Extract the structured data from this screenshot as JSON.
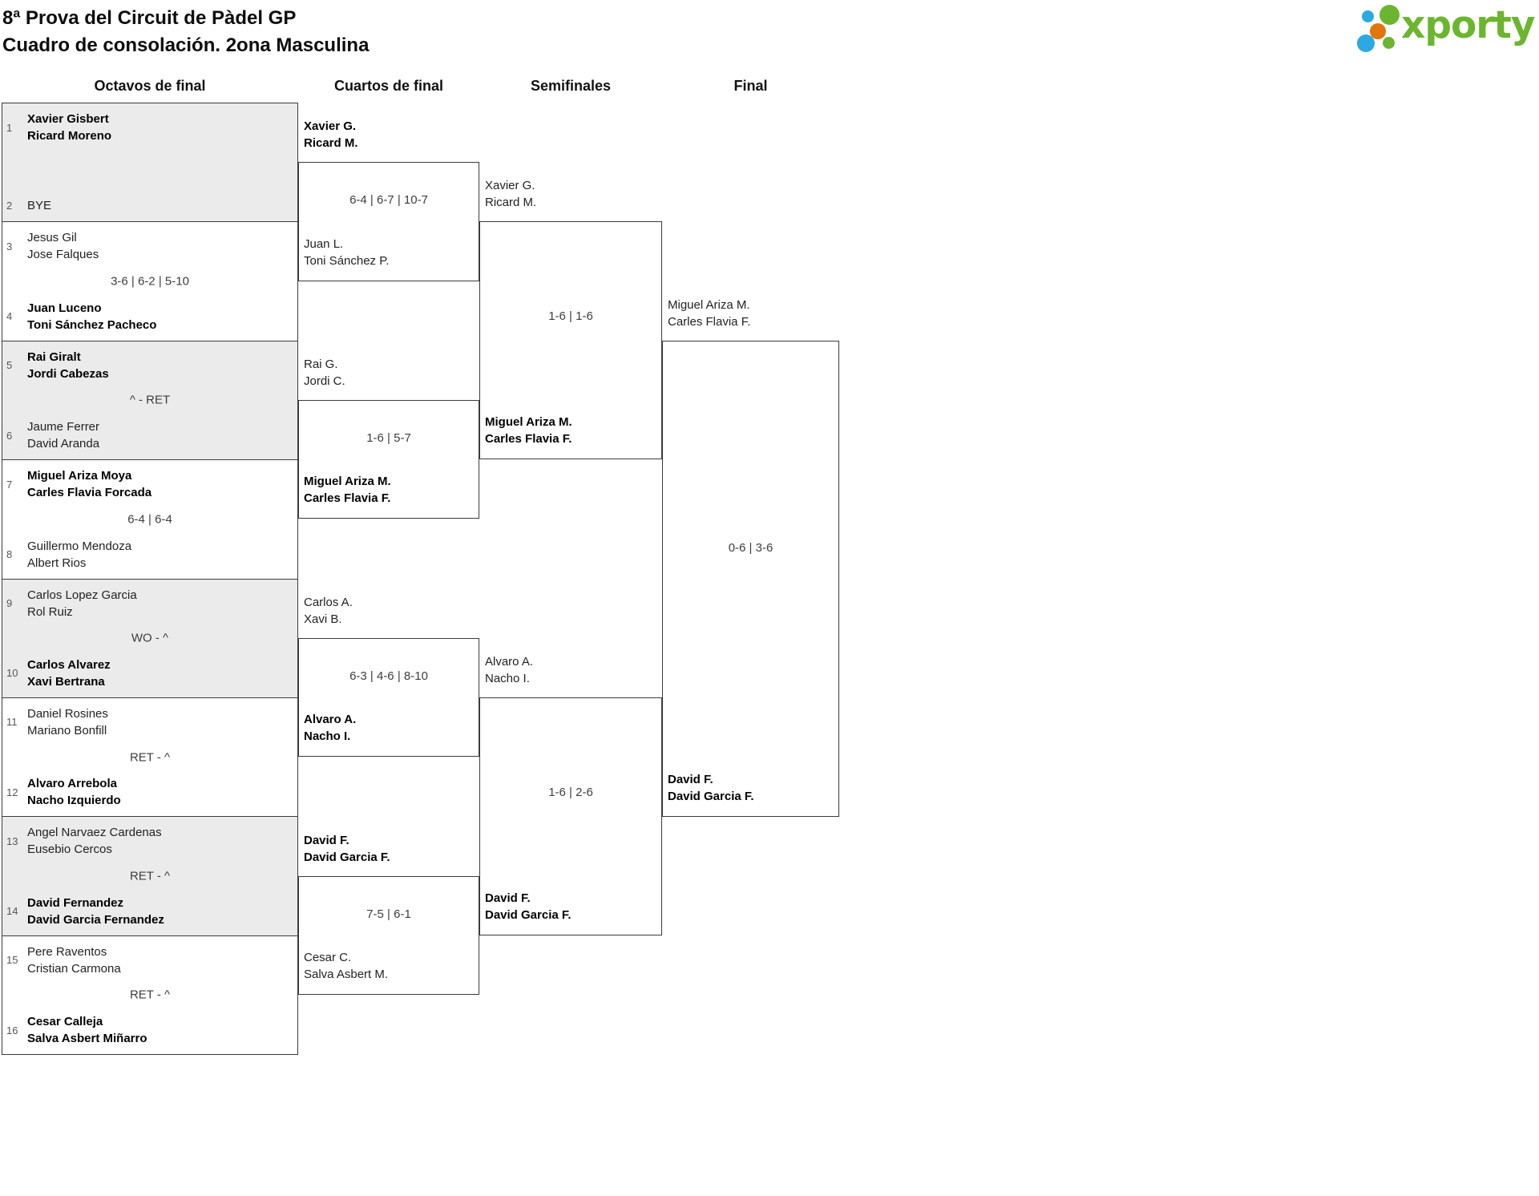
{
  "title": {
    "line1": "8ª Prova del Circuit de Pàdel GP",
    "line2": "Cuadro de consolación. 2ona Masculina"
  },
  "logo": {
    "brand": "xporty",
    "green": "#6cb52e",
    "blue": "#2ba9e0",
    "orange": "#e1750e"
  },
  "colors": {
    "row_shaded": "#ebebeb",
    "border": "#3b3b3b"
  },
  "round_headers": {
    "r16": "Octavos de final",
    "qf": "Cuartos de final",
    "sf": "Semifinales",
    "final": "Final"
  },
  "octavos": {
    "matches": [
      {
        "seed_a": "1",
        "team_a1": "Xavier Gisbert",
        "team_a2": "Ricard Moreno",
        "win_a": true,
        "score": "",
        "seed_b": "2",
        "team_b1": "BYE",
        "team_b2": "",
        "win_b": false
      },
      {
        "seed_a": "3",
        "team_a1": "Jesus Gil",
        "team_a2": "Jose Falques",
        "win_a": false,
        "score": "3-6 | 6-2 | 5-10",
        "seed_b": "4",
        "team_b1": "Juan Luceno",
        "team_b2": "Toni Sánchez Pacheco",
        "win_b": true
      },
      {
        "seed_a": "5",
        "team_a1": "Rai Giralt",
        "team_a2": "Jordi Cabezas",
        "win_a": true,
        "score": "^ - RET",
        "seed_b": "6",
        "team_b1": "Jaume Ferrer",
        "team_b2": "David Aranda",
        "win_b": false
      },
      {
        "seed_a": "7",
        "team_a1": "Miguel Ariza Moya",
        "team_a2": "Carles Flavia Forcada",
        "win_a": true,
        "score": "6-4 | 6-4",
        "seed_b": "8",
        "team_b1": "Guillermo Mendoza",
        "team_b2": "Albert Rios",
        "win_b": false
      },
      {
        "seed_a": "9",
        "team_a1": "Carlos Lopez Garcia",
        "team_a2": "Rol Ruiz",
        "win_a": false,
        "score": "WO - ^",
        "seed_b": "10",
        "team_b1": "Carlos Alvarez",
        "team_b2": "Xavi Bertrana",
        "win_b": true
      },
      {
        "seed_a": "11",
        "team_a1": "Daniel Rosines",
        "team_a2": "Mariano Bonfill",
        "win_a": false,
        "score": "RET - ^",
        "seed_b": "12",
        "team_b1": "Alvaro Arrebola",
        "team_b2": "Nacho Izquierdo",
        "win_b": true
      },
      {
        "seed_a": "13",
        "team_a1": "Angel Narvaez Cardenas",
        "team_a2": "Eusebio Cercos",
        "win_a": false,
        "score": "RET - ^",
        "seed_b": "14",
        "team_b1": "David Fernandez",
        "team_b2": "David Garcia Fernandez",
        "win_b": true
      },
      {
        "seed_a": "15",
        "team_a1": "Pere Raventos",
        "team_a2": "Cristian Carmona",
        "win_a": false,
        "score": "RET - ^",
        "seed_b": "16",
        "team_b1": "Cesar Calleja",
        "team_b2": "Salva Asbert Miñarro",
        "win_b": true
      }
    ]
  },
  "cuartos": {
    "matches": [
      {
        "top1": "Xavier G.",
        "top2": "Ricard M.",
        "win_top": true,
        "score": "6-4 | 6-7 | 10-7",
        "bot1": "Juan L.",
        "bot2": "Toni Sánchez P.",
        "win_bot": false
      },
      {
        "top1": "Rai G.",
        "top2": "Jordi C.",
        "win_top": false,
        "score": "1-6 | 5-7",
        "bot1": "Miguel Ariza M.",
        "bot2": "Carles Flavia F.",
        "win_bot": true
      },
      {
        "top1": "Carlos A.",
        "top2": "Xavi B.",
        "win_top": false,
        "score": "6-3 | 4-6 | 8-10",
        "bot1": "Alvaro A.",
        "bot2": "Nacho I.",
        "win_bot": true
      },
      {
        "top1": "David F.",
        "top2": "David Garcia F.",
        "win_top": true,
        "score": "7-5 | 6-1",
        "bot1": "Cesar C.",
        "bot2": "Salva Asbert M.",
        "win_bot": false
      }
    ]
  },
  "semifinales": {
    "matches": [
      {
        "top1": "Xavier G.",
        "top2": "Ricard M.",
        "win_top": false,
        "score": "1-6 | 1-6",
        "bot1": "Miguel Ariza M.",
        "bot2": "Carles Flavia F.",
        "win_bot": true
      },
      {
        "top1": "Alvaro A.",
        "top2": "Nacho I.",
        "win_top": false,
        "score": "1-6 | 2-6",
        "bot1": "David F.",
        "bot2": "David Garcia F.",
        "win_bot": true
      }
    ]
  },
  "final_round": {
    "matches": [
      {
        "top1": "Miguel Ariza M.",
        "top2": "Carles Flavia F.",
        "win_top": false,
        "score": "0-6 | 3-6",
        "bot1": "David F.",
        "bot2": "David Garcia F.",
        "win_bot": true
      }
    ]
  }
}
